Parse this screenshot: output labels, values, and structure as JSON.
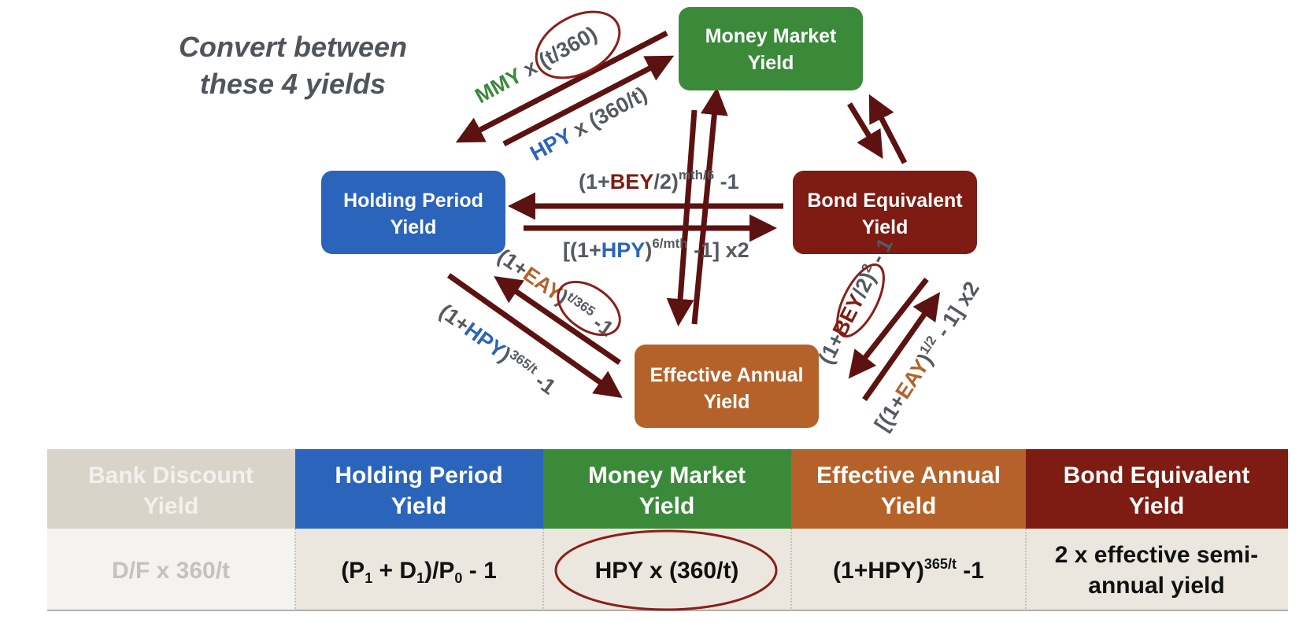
{
  "title": {
    "line1": "Convert between",
    "line2": "these 4 yields"
  },
  "colors": {
    "mmy": "#3a8a3a",
    "hpy": "#2b64bb",
    "bey": "#7e1b12",
    "eay": "#b5622a",
    "bdy": "#d9d3ca",
    "arrow": "#5c1210",
    "label_gray": "#555a61",
    "cell_bg": "#ebe7df"
  },
  "nodes": {
    "mmy": {
      "line1": "Money Market",
      "line2": "Yield"
    },
    "hpy": {
      "line1": "Holding Period",
      "line2": "Yield"
    },
    "bey": {
      "line1": "Bond Equivalent",
      "line2": "Yield"
    },
    "eay": {
      "line1": "Effective Annual",
      "line2": "Yield"
    }
  },
  "formulas": {
    "mmy_to_hpy": {
      "var": "MMY",
      "rest": " x (t/360)"
    },
    "hpy_to_mmy": {
      "var": "HPY",
      "rest": " x (360/t)"
    },
    "bey_to_hpy": {
      "open": "(1+",
      "var": "BEY",
      "close": "/2)",
      "exp": "mth/6",
      "tail": " -1"
    },
    "hpy_to_bey": {
      "open": "[(1+",
      "var": "HPY",
      "close": ")",
      "exp": "6/mth",
      "tail": " -1] x2"
    },
    "eay_to_hpy": {
      "open": "(1+",
      "var": "EAY",
      "close": ")",
      "exp": "t/365",
      "tail": " -1"
    },
    "hpy_to_eay": {
      "open": "(1+",
      "var": "HPY",
      "close": ")",
      "exp": "365/t",
      "tail": " -1"
    },
    "bey_to_eay": {
      "open": "(1+",
      "var": "BEY",
      "close": "/2)",
      "exp": "2",
      "tail": " - 1"
    },
    "eay_to_bey": {
      "open": "[(1+",
      "var": "EAY",
      "close": ")",
      "exp": "1/2",
      "tail": " - 1] x2"
    }
  },
  "table": {
    "headers": [
      {
        "line1": "Bank Discount",
        "line2": "Yield"
      },
      {
        "line1": "Holding Period",
        "line2": "Yield"
      },
      {
        "line1": "Money Market",
        "line2": "Yield"
      },
      {
        "line1": "Effective Annual",
        "line2": "Yield"
      },
      {
        "line1": "Bond Equivalent",
        "line2": "Yield"
      }
    ],
    "cells": {
      "bdy": "D/F x 360/t",
      "hpy": {
        "a": "(P",
        "s1": "1",
        "b": " + D",
        "s2": "1",
        "c": ")/P",
        "s3": "0",
        "d": " - 1"
      },
      "mmy": "HPY x (360/t)",
      "eay": {
        "a": "(1+HPY)",
        "exp": "365/t",
        "b": " -1"
      },
      "bey": {
        "line1": "2 x effective semi-",
        "line2": "annual yield"
      }
    }
  }
}
